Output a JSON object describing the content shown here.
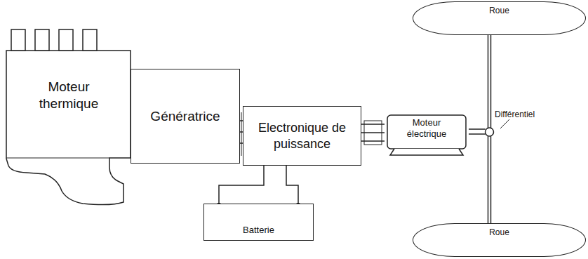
{
  "diagram": {
    "nodes": [
      {
        "text": [
          "Moteur thermique"
        ]
      },
      {
        "text": [
          "Génératrice"
        ]
      },
      {
        "text": [
          "Electronique de puissance"
        ]
      },
      {
        "text": [
          "Batterie"
        ]
      },
      {
        "text": [
          "Moteur électrique"
        ]
      },
      {
        "text": [
          "Roue"
        ]
      },
      {
        "text": [
          "Roue"
        ]
      }
    ],
    "edges": [
      {
        "from": 0,
        "to": 1,
        "arrow": "none"
      },
      {
        "from": 1,
        "to": 2,
        "arrow": "none"
      },
      {
        "from": 2,
        "to": 3,
        "arrow": "none"
      },
      {
        "from": 2,
        "to": 4,
        "arrow": "none"
      },
      {
        "from": 5,
        "to": 6,
        "arrow": "none"
      }
    ],
    "labels": [
      "Différentiel"
    ]
  }
}
